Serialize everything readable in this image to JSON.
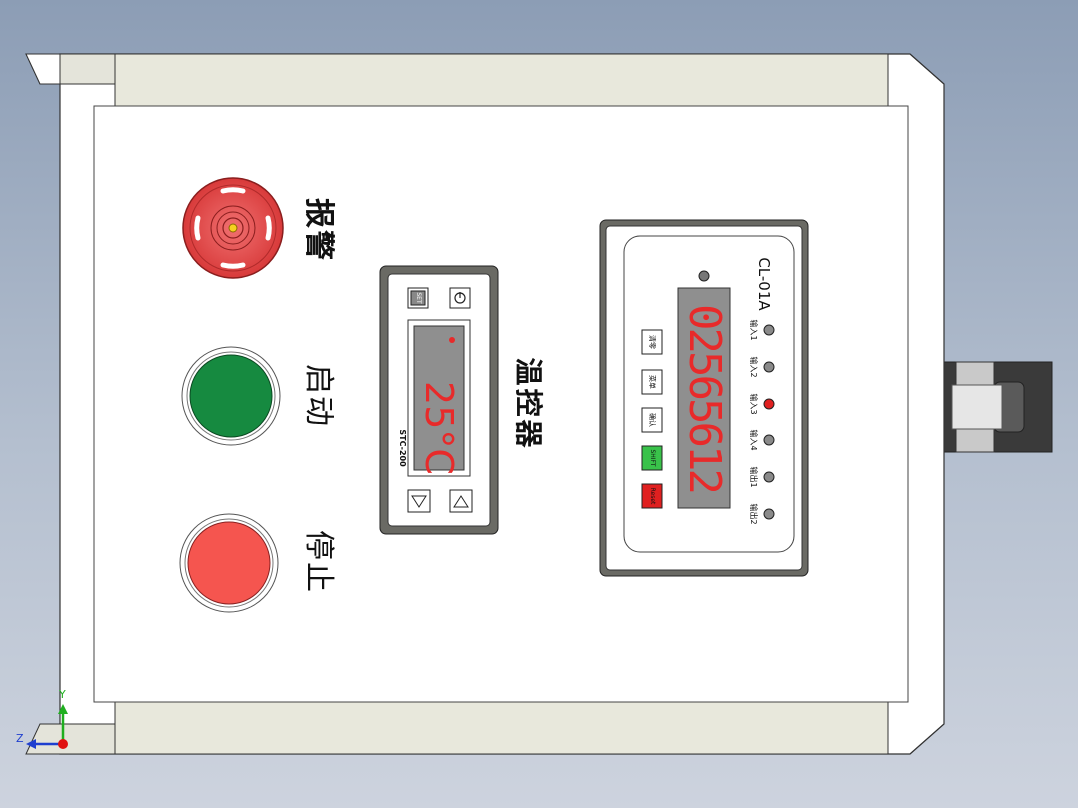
{
  "colors": {
    "background_top": "#8c9db5",
    "background_bottom": "#cdd3de",
    "panel_white": "#ffffff",
    "panel_flange": "#e8e8dc",
    "display_red": "#e82a2a",
    "display_bg": "#8f8f8f",
    "start_button": "#168a40",
    "stop_button": "#f5554f",
    "alarm_red": "#e84242"
  },
  "labels": {
    "alarm": "报警",
    "start": "启动",
    "stop": "停止",
    "temp_controller": "温控器"
  },
  "temp_controller": {
    "model": "STC-200",
    "reading": "25°C",
    "set_key": "SET",
    "power_icon": "power-icon",
    "down_key": "down-arrow-icon",
    "up_key": "up-arrow-icon"
  },
  "counter": {
    "model": "CL-01A",
    "value": "02565612",
    "keys": [
      "清零",
      "菜单",
      "确认",
      "SHIFT",
      "Reset"
    ],
    "indicators": [
      "输入1",
      "输入2",
      "输入3",
      "输入4",
      "输出1",
      "输出2"
    ],
    "active_indicator": "输入3"
  },
  "axes": {
    "y": "Y",
    "z": "Z"
  }
}
